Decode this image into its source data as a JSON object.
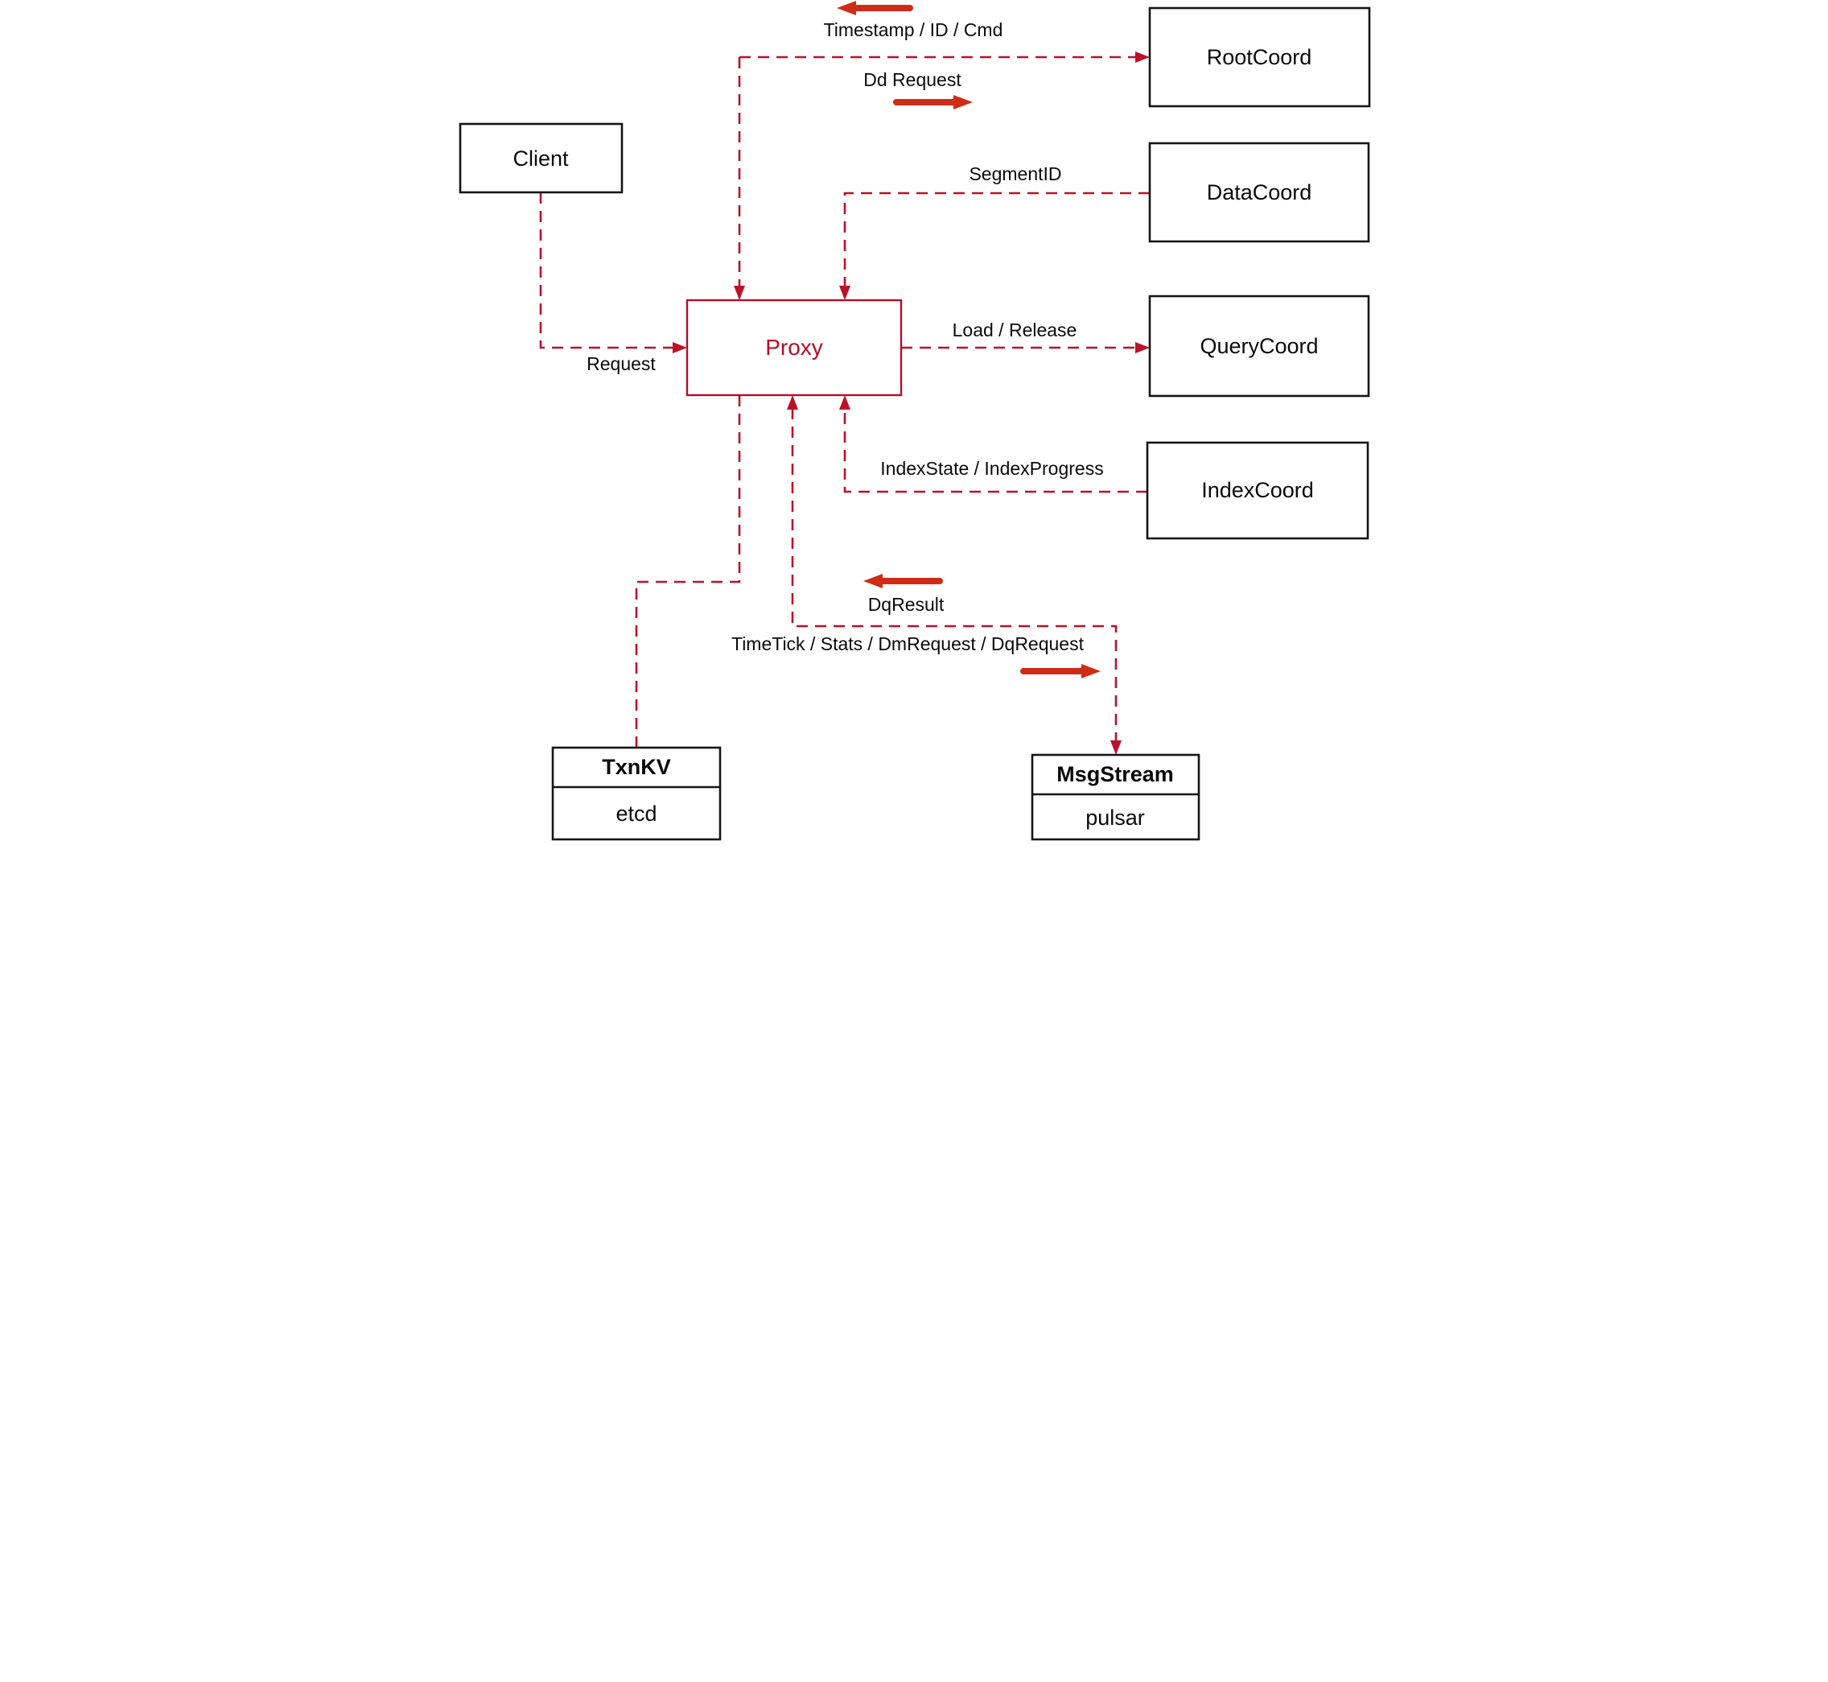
{
  "diagram": {
    "nodes": {
      "client": {
        "label": "Client"
      },
      "root_coord": {
        "label": "RootCoord"
      },
      "data_coord": {
        "label": "DataCoord"
      },
      "query_coord": {
        "label": "QueryCoord"
      },
      "index_coord": {
        "label": "IndexCoord"
      },
      "proxy": {
        "label": "Proxy"
      },
      "txn_kv": {
        "title": "TxnKV",
        "subtitle": "etcd"
      },
      "msg_stream": {
        "title": "MsgStream",
        "subtitle": "pulsar"
      }
    },
    "edges": {
      "to_root_coord": {
        "label": "Timestamp / ID / Cmd"
      },
      "dd_request": {
        "label": "Dd Request"
      },
      "segment_id": {
        "label": "SegmentID"
      },
      "load_release": {
        "label": "Load / Release"
      },
      "request": {
        "label": "Request"
      },
      "index_state": {
        "label": "IndexState / IndexProgress"
      },
      "dq_result": {
        "label": "DqResult"
      },
      "time_tick": {
        "label": "TimeTick / Stats / DmRequest / DqRequest"
      }
    },
    "colors": {
      "dashed_line": "#bb1228",
      "solid_arrow": "#cf2c17",
      "proxy_accent": "#b50d28",
      "box_border": "#151515"
    }
  }
}
